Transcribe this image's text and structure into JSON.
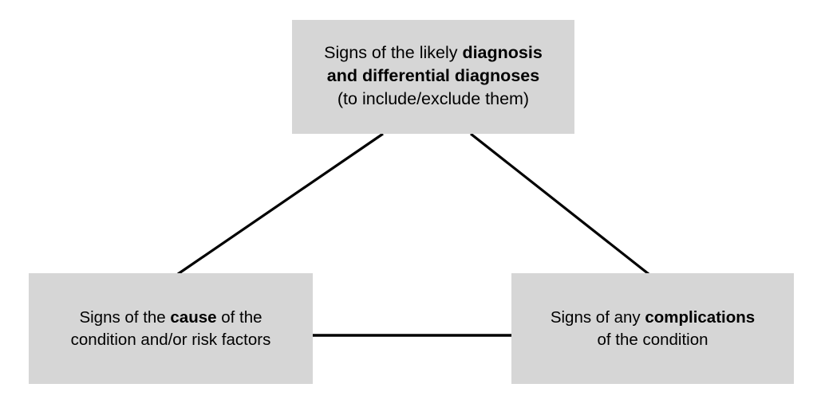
{
  "diagram": {
    "type": "triangle-relationship-diagram",
    "background_color": "#ffffff",
    "box_fill_color": "#d6d6d6",
    "connector_color": "#000000",
    "nodes": [
      {
        "id": "diagnosis",
        "name": "signs-of-likely-diagnosis",
        "lines": [
          {
            "plain_before": "Signs of the likely ",
            "bold": "diagnosis",
            "plain_after": ""
          },
          {
            "plain_before": "",
            "bold": "and differential diagnoses",
            "plain_after": ""
          },
          {
            "plain_before": "(to include/exclude them)",
            "bold": "",
            "plain_after": ""
          }
        ],
        "full_text": "Signs of the likely diagnosis and differential diagnoses (to include/exclude them)"
      },
      {
        "id": "cause",
        "name": "signs-of-cause",
        "lines": [
          {
            "plain_before": "Signs of the ",
            "bold": "cause",
            "plain_after": " of the"
          },
          {
            "plain_before": "condition and/or risk factors",
            "bold": "",
            "plain_after": ""
          }
        ],
        "full_text": "Signs of the cause of the condition and/or risk factors"
      },
      {
        "id": "complications",
        "name": "signs-of-complications",
        "lines": [
          {
            "plain_before": "Signs of any ",
            "bold": "complications",
            "plain_after": ""
          },
          {
            "plain_before": "of the condition",
            "bold": "",
            "plain_after": ""
          }
        ],
        "full_text": "Signs of any complications of the condition"
      }
    ],
    "connectors": [
      {
        "id": "diagnosis-to-cause",
        "from": "diagnosis",
        "to": "cause",
        "style": "solid"
      },
      {
        "id": "diagnosis-to-complications",
        "from": "diagnosis",
        "to": "complications",
        "style": "solid"
      },
      {
        "id": "cause-to-complications",
        "from": "cause",
        "to": "complications",
        "style": "solid"
      }
    ]
  },
  "text": {
    "diagnosis": {
      "line1_plain": "Signs of the likely ",
      "line1_bold": "diagnosis",
      "line2_bold": "and differential diagnoses",
      "line3_plain": "(to include/exclude them)"
    },
    "cause": {
      "line1_plain_before": "Signs of the ",
      "line1_bold": "cause",
      "line1_plain_after": " of the",
      "line2_plain": "condition and/or risk factors"
    },
    "complications": {
      "line1_plain_before": "Signs of any ",
      "line1_bold": "complications",
      "line2_plain": "of the condition"
    }
  }
}
